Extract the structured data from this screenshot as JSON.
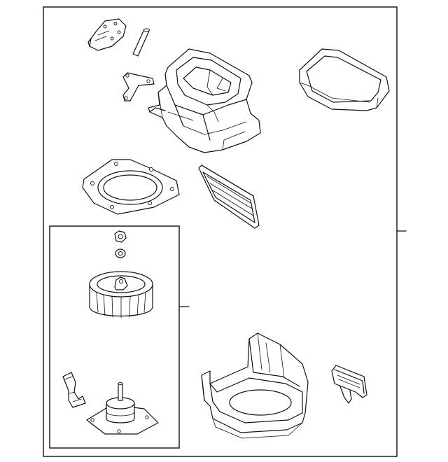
{
  "diagram": {
    "type": "exploded-parts-view",
    "parts": [
      "blower-motor-resistor",
      "drain-tube",
      "mounting-bracket",
      "blower-upper-case",
      "case-seal",
      "blower-lower-plate",
      "cabin-air-filter",
      "fan-nut",
      "washer",
      "blower-wheel",
      "motor-hose",
      "blower-motor",
      "blower-lower-case",
      "filter-cover"
    ],
    "callouts": [
      "assembly-leader",
      "motor-subassembly-leader"
    ],
    "colors": {
      "line": "#111111",
      "background": "#ffffff"
    }
  }
}
